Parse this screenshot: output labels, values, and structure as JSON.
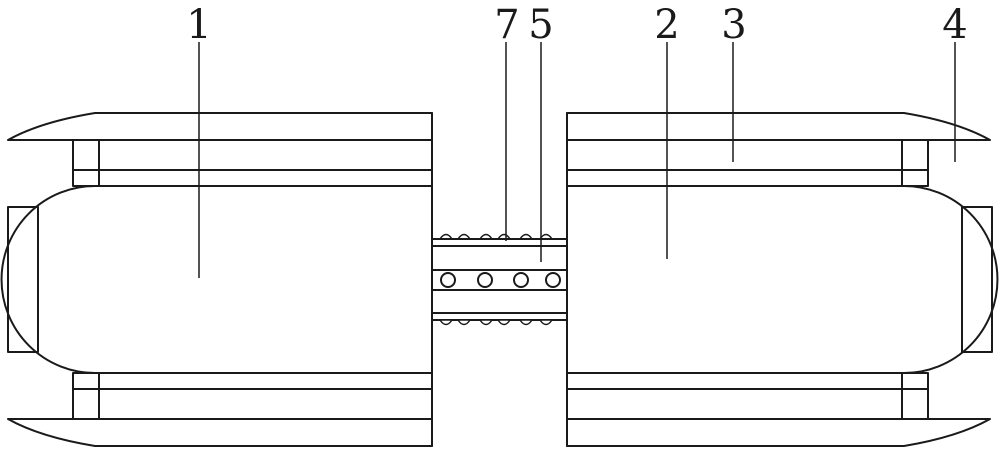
{
  "labels": {
    "label_1": "1",
    "label_2": "2",
    "label_3": "3",
    "label_4": "4",
    "label_5": "5",
    "label_7": "7"
  }
}
